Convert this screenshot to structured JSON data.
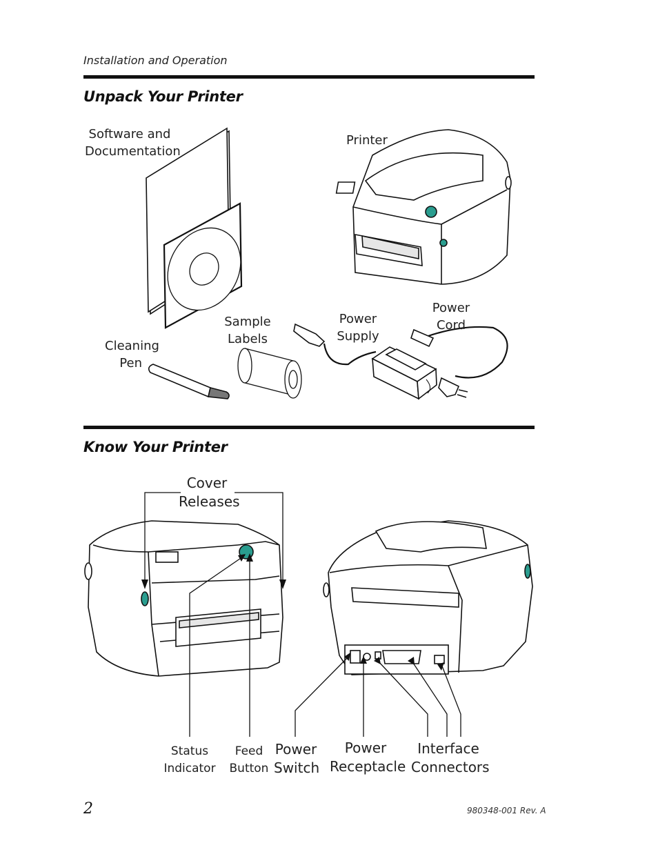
{
  "header": {
    "section": "Installation and Operation"
  },
  "unpack": {
    "title": "Unpack Your Printer",
    "items": {
      "software": [
        "Software and",
        "Documentation"
      ],
      "printer": "Printer",
      "sample_labels": [
        "Sample",
        "Labels"
      ],
      "power_supply": [
        "Power",
        "Supply"
      ],
      "power_cord": [
        "Power",
        "Cord"
      ],
      "cleaning_pen": [
        "Cleaning",
        "Pen"
      ]
    }
  },
  "know": {
    "title": "Know Your Printer",
    "labels": {
      "cover_releases": [
        "Cover",
        "Releases"
      ],
      "status_indicator": [
        "Status",
        "Indicator"
      ],
      "feed_button": [
        "Feed",
        "Button"
      ],
      "power_switch": [
        "Power",
        "Switch"
      ],
      "power_receptacle": [
        "Power",
        "Receptacle"
      ],
      "interface_connectors": [
        "Interface",
        "Connectors"
      ]
    }
  },
  "footer": {
    "page_number": "2",
    "doc_rev": "980348-001 Rev. A"
  },
  "colors": {
    "indicator": "#2a9d8f",
    "ink": "#111111"
  }
}
